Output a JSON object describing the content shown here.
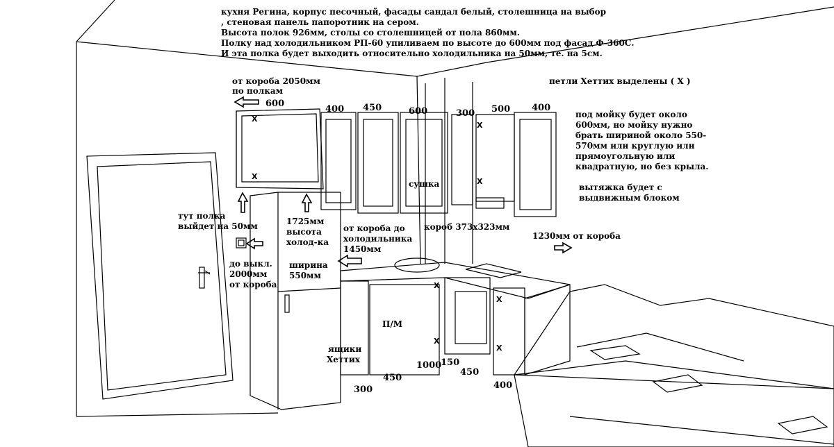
{
  "header_notes": [
    "кухня Регина, корпус песочный, фасады сандал белый, столешница на выбор",
    ", стеновая панель папоротник на сером.",
    "Высота полок 926мм, столы со столешницей от пола 860мм.",
    "Полку над холодильником РП-60 упиливаем по высоте до 600мм под фасад Ф-360С.",
    "И эта полка будет выходить относительно холодильника на 50мм, те. на 5см."
  ],
  "annotations": {
    "box_to_shelves": [
      "от короба 2050мм",
      "по полкам"
    ],
    "hinges": "петли Хеттих выделены  ( X )",
    "sink": [
      "под мойку будет около",
      "600мм, но мойку нужно",
      "брать шириной около 550-",
      "570мм или круглую или",
      "прямоугольную или",
      "квадратную, но без крыла."
    ],
    "hood": [
      "вытяжка будет с",
      "выдвижным блоком"
    ],
    "shelf_out": [
      "тут полка",
      "выйдет на 50мм"
    ],
    "fridge_height": [
      "1725мм",
      "высота",
      "холод-ка"
    ],
    "box_to_fridge": [
      "от короба до",
      "холодильника",
      "1450мм"
    ],
    "box_size": "короб 373х323мм",
    "right_from_box": "1230мм от короба",
    "switch": [
      "до выкл.",
      "2000мм",
      "от короба"
    ],
    "fridge_width": [
      "ширина",
      "550мм"
    ],
    "dryer": "сушка",
    "dishwasher": "П/М",
    "drawers": [
      "ящики",
      "Хеттих"
    ]
  },
  "dimensions": {
    "upper": [
      "600",
      "400",
      "450",
      "600",
      "300",
      "500",
      "400"
    ],
    "lower": [
      "300",
      "450",
      "1000",
      "150",
      "450",
      "400"
    ]
  },
  "hinge_mark": "X"
}
